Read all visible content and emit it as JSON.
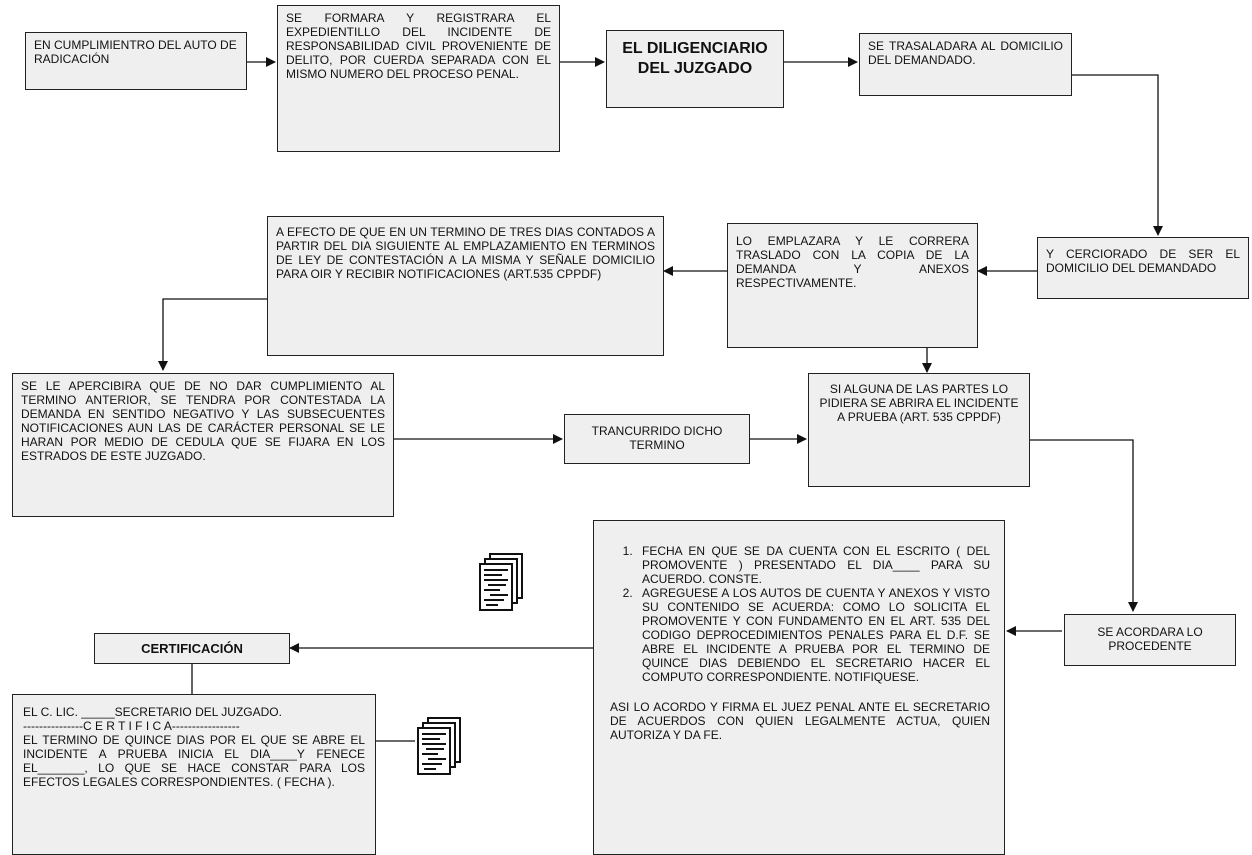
{
  "boxes": {
    "b1": "EN CUMPLIMIENTRO DEL AUTO DE RADICACIÓN",
    "b2": "SE FORMARA Y REGISTRARA EL EXPEDIENTILLO DEL INCIDENTE DE RESPONSABILIDAD CIVIL PROVENIENTE DE DELITO, POR CUERDA SEPARADA CON EL MISMO NUMERO DEL PROCESO PENAL.",
    "b3": "EL DILIGENCIARIO DEL JUZGADO",
    "b4": "SE TRASALADARA AL DOMICILIO DEL DEMANDADO.",
    "b5": "Y CERCIORADO DE SER EL DOMICILIO DEL DEMANDADO",
    "b6": "LO EMPLAZARA Y LE CORRERA TRASLADO CON LA COPIA DE LA DEMANDA Y ANEXOS RESPECTIVAMENTE.",
    "b7": "A EFECTO DE QUE EN UN TERMINO DE TRES DIAS CONTADOS A PARTIR DEL DIA SIGUIENTE AL EMPLAZAMIENTO EN TERMINOS DE LEY DE CONTESTACIÓN A LA MISMA Y SEÑALE DOMICILIO PARA OIR Y RECIBIR NOTIFICACIONES (ART.535 CPPDF)",
    "b8": "SE LE APERCIBIRA QUE DE NO DAR CUMPLIMIENTO AL TERMINO ANTERIOR, SE TENDRA POR CONTESTADA LA DEMANDA EN SENTIDO NEGATIVO Y LAS SUBSECUENTES NOTIFICACIONES AUN LAS DE CARÁCTER PERSONAL SE LE HARAN POR MEDIO DE CEDULA QUE SE FIJARA EN LOS ESTRADOS DE ESTE JUZGADO.",
    "b9": "TRANCURRIDO DICHO TERMINO",
    "b10": "SI ALGUNA DE LAS PARTES LO PIDIERA SE ABRIRA EL INCIDENTE A PRUEBA (ART. 535 CPPDF)",
    "b11": "SE ACORDARA LO PROCEDENTE",
    "b12_items": [
      "FECHA EN QUE SE DA CUENTA CON EL ESCRITO ( DEL PROMOVENTE ) PRESENTADO EL DIA____ PARA SU ACUERDO. CONSTE.",
      "AGREGUESE A LOS AUTOS DE CUENTA Y ANEXOS Y VISTO SU CONTENIDO SE ACUERDA: COMO LO SOLICITA EL PROMOVENTE Y CON FUNDAMENTO EN EL ART. 535 DEL CODIGO DEPROCEDIMIENTOS PENALES PARA EL D.F. SE ABRE EL INCIDENTE A PRUEBA POR EL TERMINO DE QUINCE DIAS DEBIENDO EL SECRETARIO HACER EL COMPUTO CORRESPONDIENTE. NOTIFIQUESE."
    ],
    "b12_footer": "ASI LO ACORDO Y FIRMA EL JUEZ PENAL ANTE EL SECRETARIO DE ACUERDOS CON QUIEN LEGALMENTE ACTUA, QUIEN AUTORIZA Y DA FE.",
    "b13": "CERTIFICACIÓN",
    "b14_line1": "EL C. LIC. _____SECRETARIO DEL JUZGADO.",
    "b14_line2": "---------------C E R T I F I C A-----------------",
    "b14_body": "EL TERMINO DE QUINCE DIAS POR EL QUE SE ABRE EL INCIDENTE A PRUEBA INICIA EL DIA____Y FENECE EL_______, LO QUE SE HACE CONSTAR PARA LOS EFECTOS LEGALES CORRESPONDIENTES. ( FECHA )."
  },
  "icons": [
    "documents-icon",
    "documents-icon"
  ]
}
